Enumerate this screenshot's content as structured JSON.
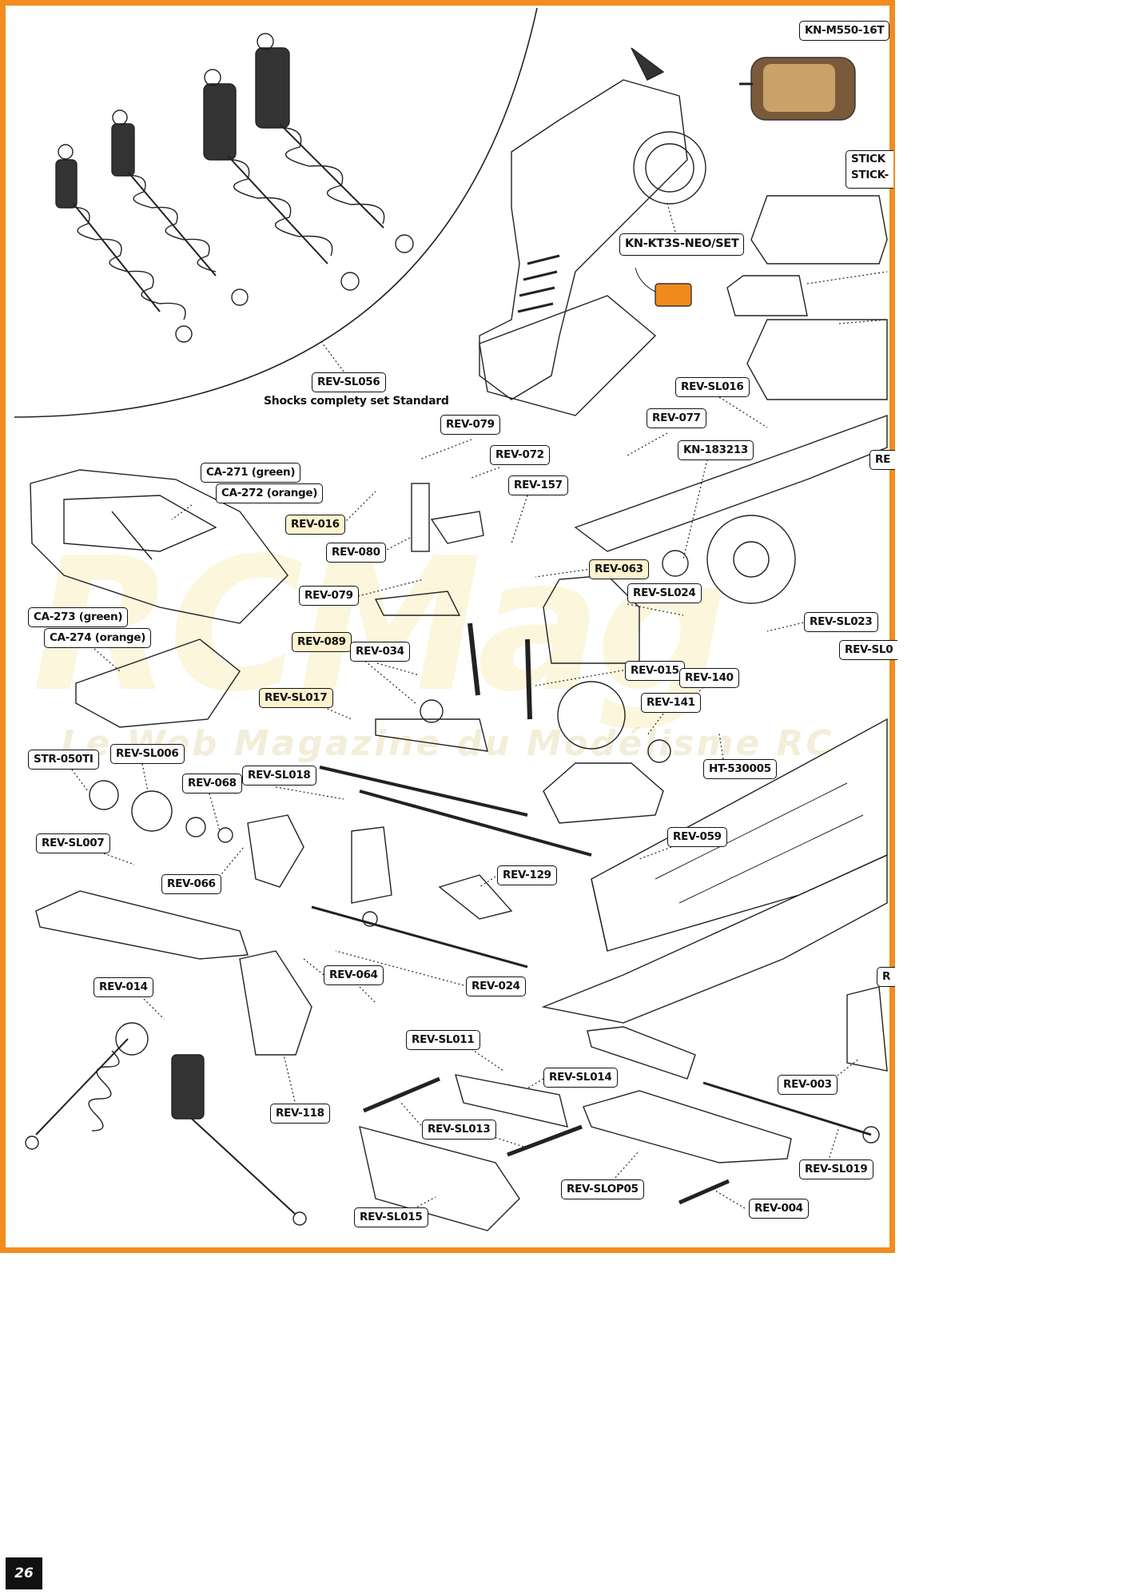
{
  "page_number": "26",
  "watermark": {
    "logo": "RCMag",
    "text": "Le Web Magazine du Modélisme RC"
  },
  "shock_set": {
    "part": "REV-SL056",
    "caption": "Shocks complety set Standard"
  },
  "labels": {
    "kn_m550": "KN-M550-16T",
    "stick": "STICK",
    "stick2": "STICK-",
    "kn_kt3s": "KN-KT3S-NEO/SET",
    "rev_sl016": "REV-SL016",
    "rev_079_top": "REV-079",
    "rev_077": "REV-077",
    "rev_072": "REV-072",
    "kn_183213": "KN-183213",
    "re_cut": "RE",
    "ca_271": "CA-271 (green)",
    "ca_272": "CA-272 (orange)",
    "rev_157": "REV-157",
    "rev_016": "REV-016",
    "rev_080": "REV-080",
    "rev_063": "REV-063",
    "rev_079_mid": "REV-079",
    "rev_sl024": "REV-SL024",
    "rev_sl023": "REV-SL023",
    "rev_sl0_cut": "REV-SL0",
    "ca_273": "CA-273 (green)",
    "ca_274": "CA-274 (orange)",
    "rev_089": "REV-089",
    "rev_034": "REV-034",
    "rev_015": "REV-015",
    "rev_140": "REV-140",
    "rev_sl017": "REV-SL017",
    "rev_141": "REV-141",
    "str_050ti": "STR-050TI",
    "rev_sl006": "REV-SL006",
    "ht_530005": "HT-530005",
    "rev_068": "REV-068",
    "rev_sl018": "REV-SL018",
    "rev_sl007": "REV-SL007",
    "rev_059": "REV-059",
    "rev_066": "REV-066",
    "rev_129": "REV-129",
    "rev_014": "REV-014",
    "rev_064": "REV-064",
    "rev_024": "REV-024",
    "r_cut": "R",
    "rev_sl011": "REV-SL011",
    "rev_sl014": "REV-SL014",
    "rev_003": "REV-003",
    "rev_118": "REV-118",
    "rev_sl013": "REV-SL013",
    "rev_sl019": "REV-SL019",
    "rev_slop05": "REV-SLOP05",
    "rev_004": "REV-004",
    "rev_sl015": "REV-SL015"
  }
}
